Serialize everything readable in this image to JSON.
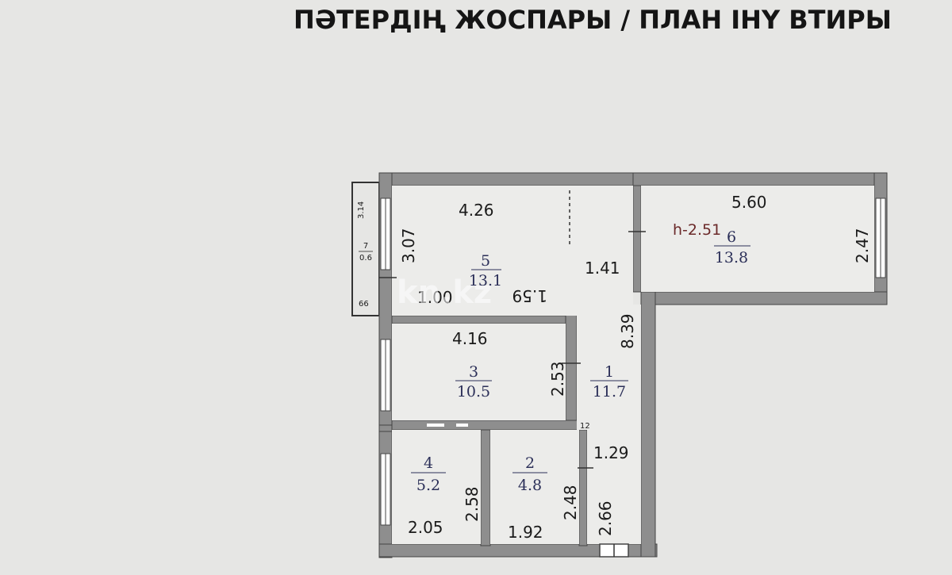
{
  "header": {
    "title": "ПӘТЕРДІҢ ЖОСПАРЫ / ПЛАН ІНҮ ВТИРЫ"
  },
  "watermark": "kn.kz",
  "ceiling_height": "h-2.51",
  "rooms": {
    "r1": {
      "number": "1",
      "area": "11.7"
    },
    "r2": {
      "number": "2",
      "area": "4.8"
    },
    "r3": {
      "number": "3",
      "area": "10.5"
    },
    "r4": {
      "number": "4",
      "area": "5.2"
    },
    "r5": {
      "number": "5",
      "area": "13.1"
    },
    "r6": {
      "number": "6",
      "area": "13.8"
    },
    "r7": {
      "number": "7",
      "area": "0.6"
    }
  },
  "dimensions": {
    "r5_width": "4.26",
    "r5_height": "3.07",
    "r5_seg_a": "1.00",
    "r5_seg_b": "1.59",
    "r6_width": "5.60",
    "r6_height": "2.47",
    "corridor_top": "1.41",
    "corridor_len": "8.39",
    "r3_width": "4.16",
    "r3_height": "2.53",
    "r4_width": "2.05",
    "r4_height": "2.58",
    "r2_width": "1.92",
    "r2_height": "2.48",
    "hall_width": "1.29",
    "hall_height": "2.66",
    "balcony_len": "3.14",
    "balcony_w": "66",
    "small_mark": "12"
  }
}
